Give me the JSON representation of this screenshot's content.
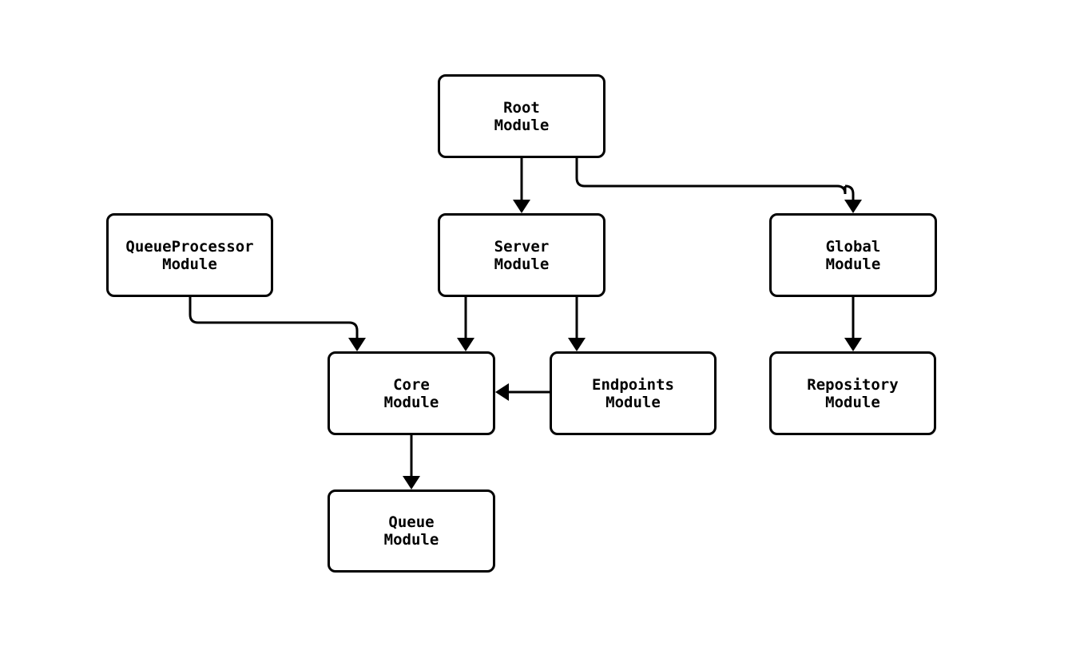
{
  "diagram": {
    "type": "flowchart",
    "background_color": "#ffffff",
    "node_fill_color": "#ffffff",
    "node_border_color": "#000000",
    "edge_color": "#000000",
    "text_color": "#000000",
    "nodes": {
      "root": {
        "line1": "Root",
        "line2": "Module"
      },
      "queueprocessor": {
        "line1": "QueueProcessor",
        "line2": "Module"
      },
      "server": {
        "line1": "Server",
        "line2": "Module"
      },
      "global": {
        "line1": "Global",
        "line2": "Module"
      },
      "core": {
        "line1": "Core",
        "line2": "Module"
      },
      "endpoints": {
        "line1": "Endpoints",
        "line2": "Module"
      },
      "repository": {
        "line1": "Repository",
        "line2": "Module"
      },
      "queue": {
        "line1": "Queue",
        "line2": "Module"
      }
    },
    "edges": [
      {
        "from": "Root Module",
        "to": "Server Module"
      },
      {
        "from": "Root Module",
        "to": "Global Module"
      },
      {
        "from": "QueueProcessor Module",
        "to": "Core Module"
      },
      {
        "from": "Server Module",
        "to": "Core Module"
      },
      {
        "from": "Server Module",
        "to": "Endpoints Module"
      },
      {
        "from": "Endpoints Module",
        "to": "Core Module"
      },
      {
        "from": "Global Module",
        "to": "Repository Module"
      },
      {
        "from": "Core Module",
        "to": "Queue Module"
      }
    ]
  }
}
